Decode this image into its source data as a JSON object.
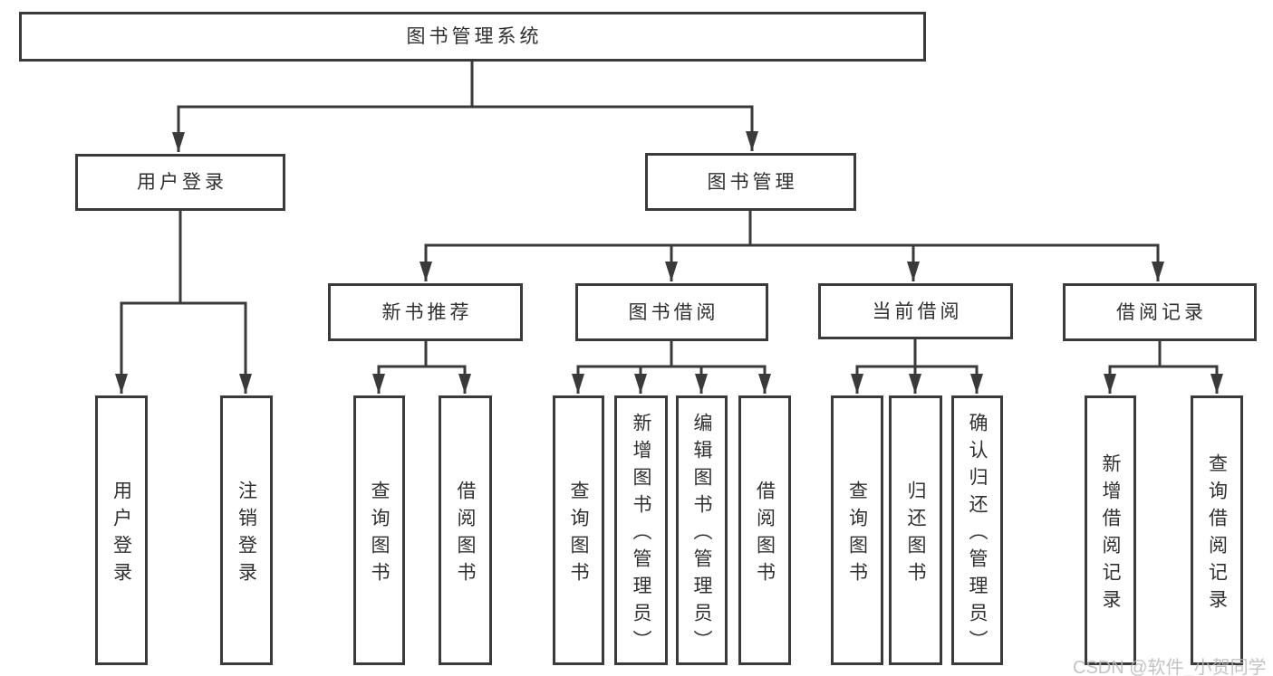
{
  "nodes": {
    "root": "图书管理系统",
    "user_login": "用户登录",
    "book_management": "图书管理",
    "new_book_recommend": "新书推荐",
    "book_borrow": "图书借阅",
    "current_borrow": "当前借阅",
    "borrow_records": "借阅记录",
    "ul_user_login": "用户登录",
    "ul_logout": "注销登录",
    "nbr_query_books": "查询图书",
    "nbr_borrow_books": "借阅图书",
    "bb_query_books": "查询图书",
    "bb_add_books_admin": "新增图书（管理员）",
    "bb_edit_books_admin": "编辑图书（管理员）",
    "bb_borrow_books": "借阅图书",
    "cb_query_books": "查询图书",
    "cb_return_books": "归还图书",
    "cb_confirm_return_admin": "确认归还（管理员）",
    "br_add_record": "新增借阅记录",
    "br_query_record": "查询借阅记录"
  },
  "watermark": {
    "text": "CSDN @软件_小贺同学",
    "color": "#b9b9b9"
  },
  "colors": {
    "background": "#ffffff",
    "box_fill": "#ffffff",
    "box_border": "#3a3a3a",
    "line": "#3a3a3a",
    "text": "#303030"
  }
}
